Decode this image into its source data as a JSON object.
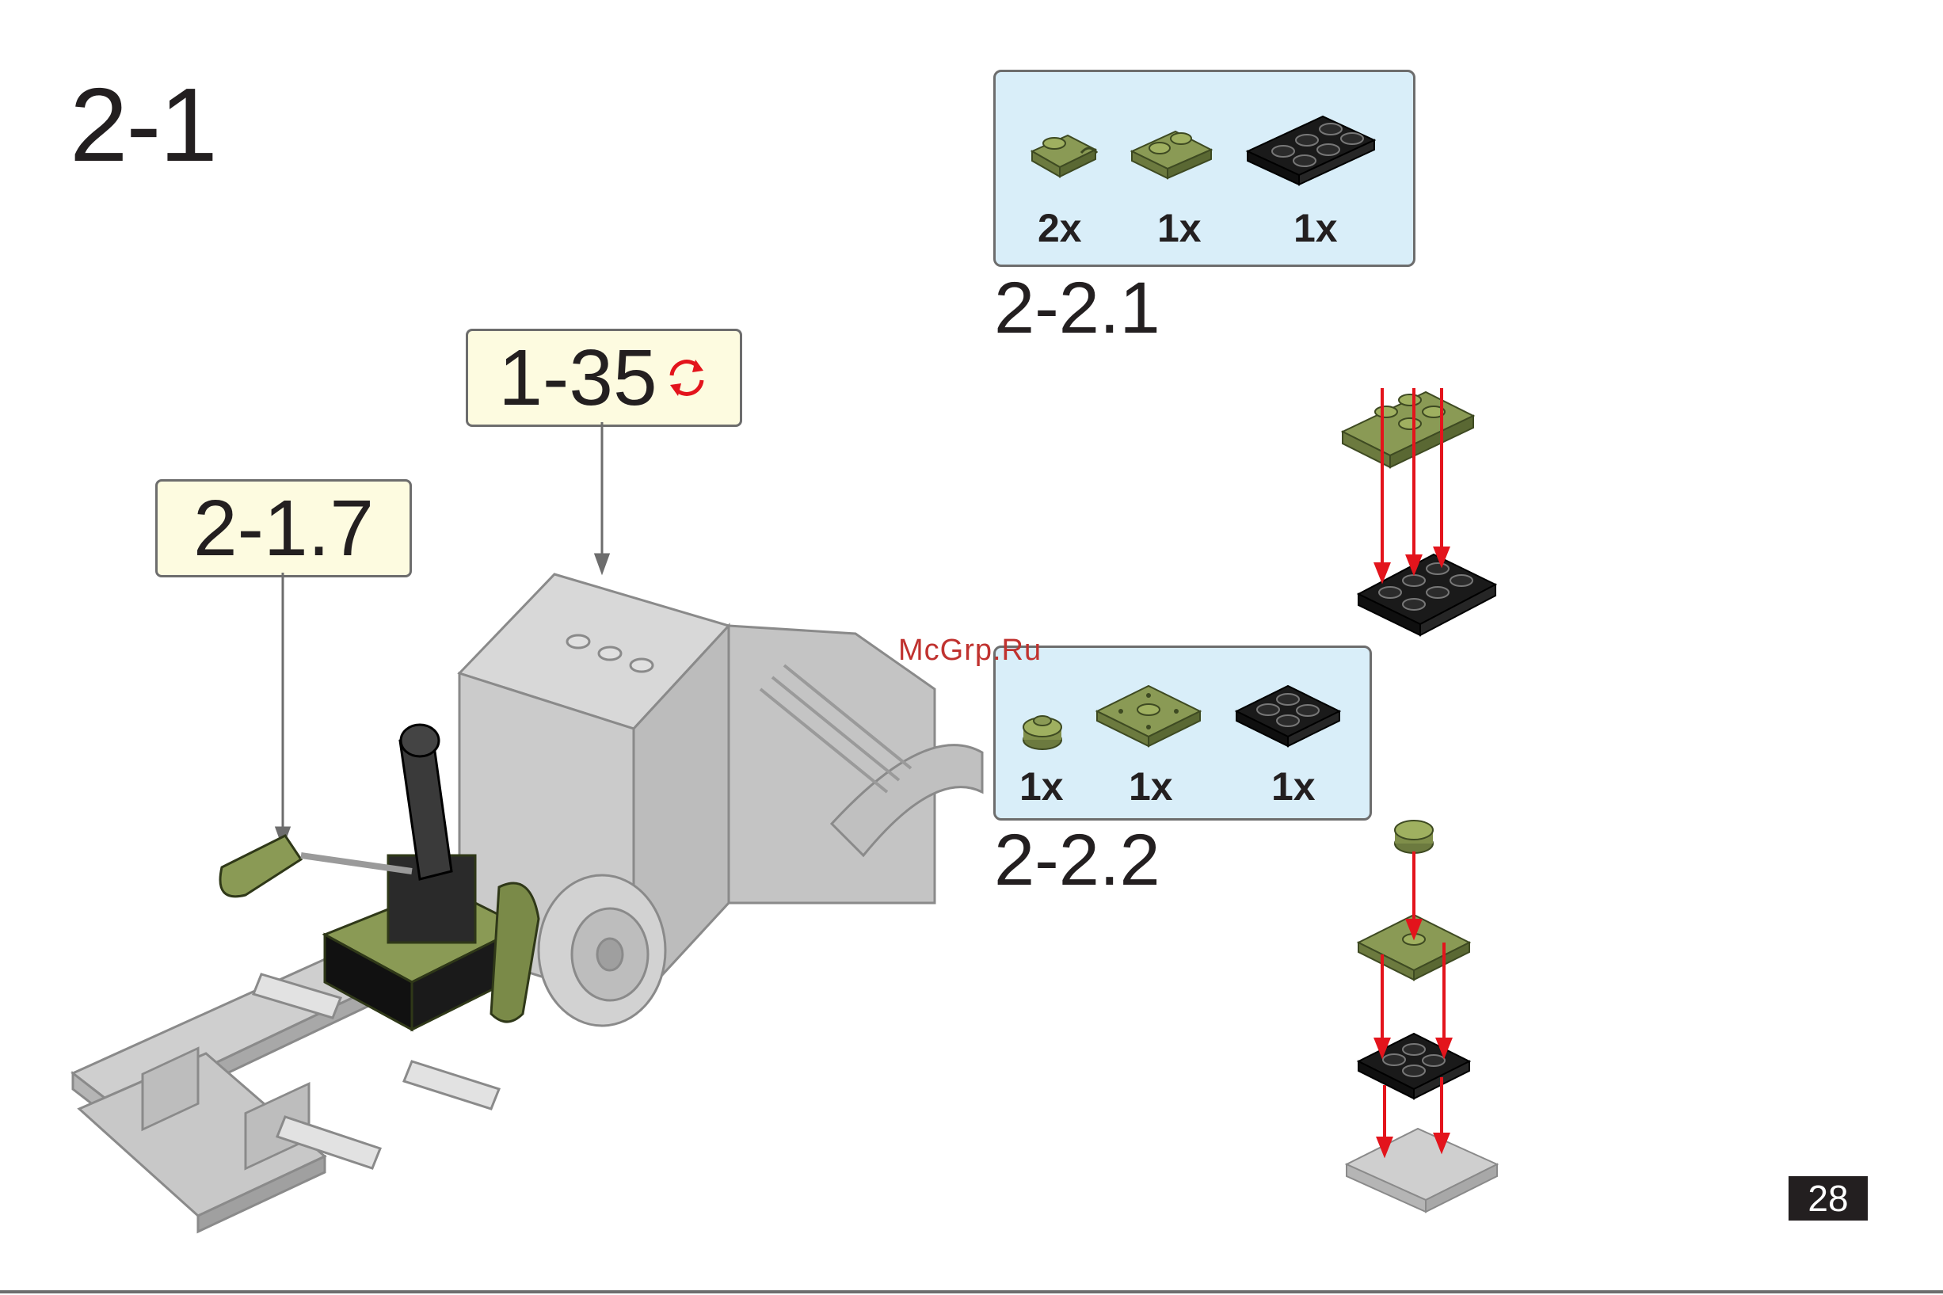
{
  "step": {
    "title": "2-1"
  },
  "callouts": [
    {
      "label": "1-35",
      "rotate_icon": "rotate-arrows-icon"
    },
    {
      "label": "2-1.7"
    }
  ],
  "substeps": [
    {
      "title": "2-2.1",
      "parts": [
        {
          "qty": "2x",
          "icon": "olive-clip-plate-icon"
        },
        {
          "qty": "1x",
          "icon": "olive-1x2-plate-icon"
        },
        {
          "qty": "1x",
          "icon": "black-2x3-plate-icon"
        }
      ]
    },
    {
      "title": "2-2.2",
      "parts": [
        {
          "qty": "1x",
          "icon": "olive-round-stud-icon"
        },
        {
          "qty": "1x",
          "icon": "olive-2x2-jumper-plate-icon"
        },
        {
          "qty": "1x",
          "icon": "black-2x2-plate-icon"
        }
      ]
    }
  ],
  "watermark": "McGrp.Ru",
  "page_number": "28",
  "colors": {
    "parts_bg": "#d9eef9",
    "callout_bg": "#fdfbe0",
    "arrow": "#e3141c",
    "olive": "#8a9a55",
    "gray": "#c8c8c8",
    "black": "#1a1a1a"
  }
}
